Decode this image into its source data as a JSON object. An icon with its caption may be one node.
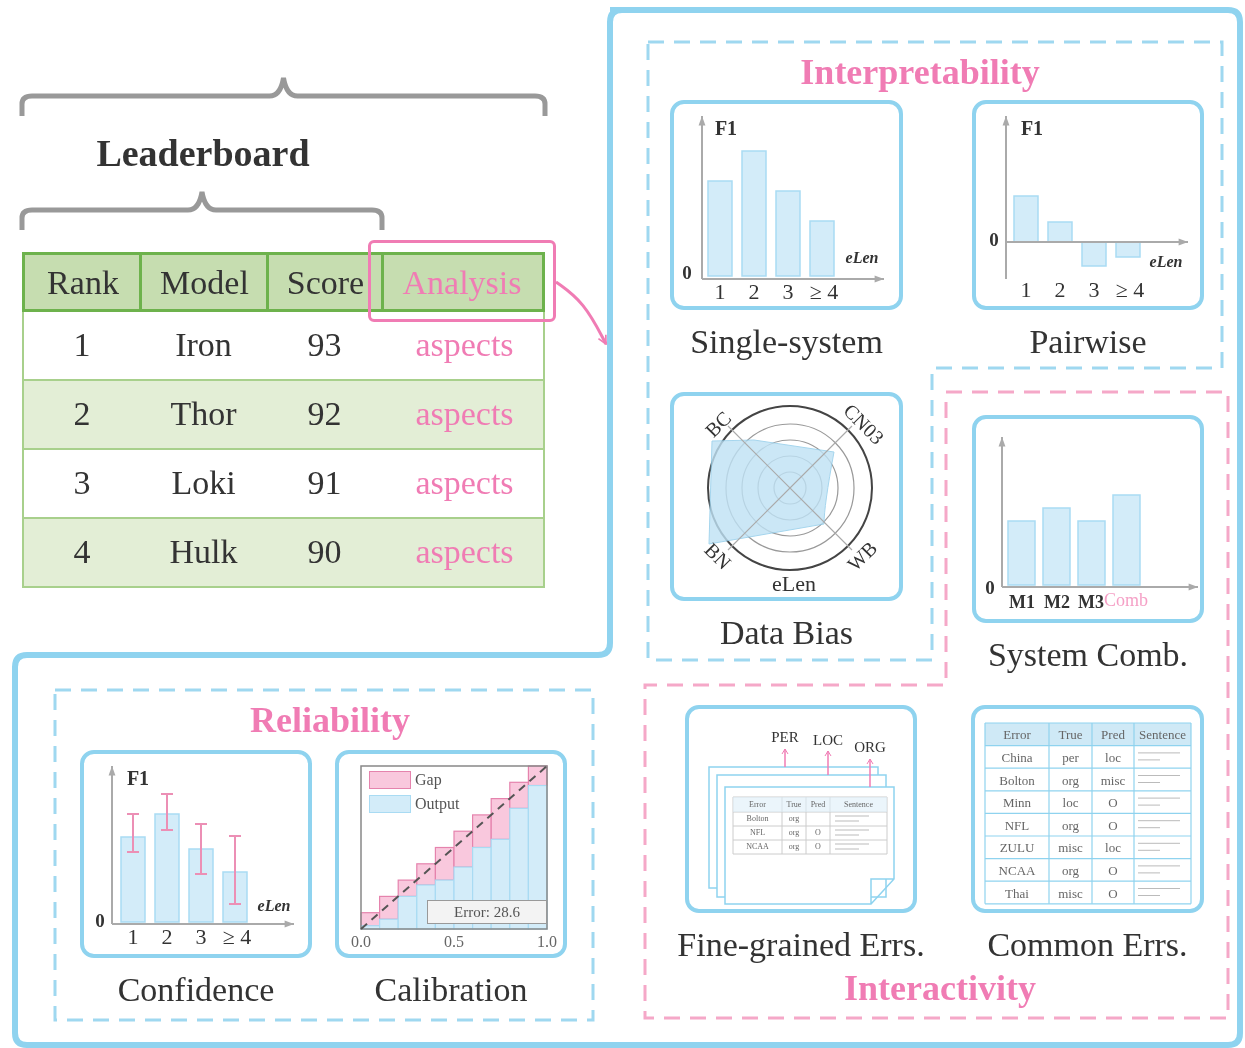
{
  "diagram": {
    "nodes": [
      {
        "text": [],
        "shape": "box"
      },
      {
        "text": [
          "Interpretability"
        ],
        "in": 0
      },
      {
        "text": [
          "Single-system"
        ],
        "in": 1
      },
      {
        "text": [
          "Pairwise"
        ],
        "in": 1
      },
      {
        "text": [
          "Data Bias"
        ],
        "in": 1
      },
      {
        "text": [
          "Interactivity"
        ],
        "in": 0
      },
      {
        "text": [
          "System Comb."
        ],
        "in": 5
      },
      {
        "text": [
          "Fine-grained Errs."
        ],
        "in": 5
      },
      {
        "text": [
          "Common Errs."
        ],
        "in": 5
      },
      {
        "text": [
          "Reliability"
        ],
        "in": 0
      },
      {
        "text": [
          "Confidence"
        ],
        "in": 9
      },
      {
        "text": [
          "Calibration"
        ],
        "in": 9
      },
      {
        "text": [
          "Analysis"
        ]
      }
    ],
    "edges": [
      {
        "from": 12,
        "to": 0,
        "arrow": "to",
        "color": "#f07cb4"
      }
    ],
    "labels": [
      "Leaderboard",
      "Rank",
      "Model",
      "Score",
      "1",
      "Iron",
      "93",
      "aspects",
      "2",
      "Thor",
      "92",
      "aspects",
      "3",
      "Loki",
      "91",
      "aspects",
      "4",
      "Hulk",
      "90",
      "aspects",
      "F1",
      "0",
      "eLen",
      "1",
      "2",
      "3",
      "≥ 4",
      "F1",
      "0",
      "eLen",
      "1",
      "2",
      "3",
      "≥ 4",
      "BC",
      "CN03",
      "BN",
      "WB",
      "eLen",
      "0",
      "M1",
      "M2",
      "M3",
      "Comb",
      "PER",
      "LOC",
      "ORG",
      "Error",
      "True",
      "Pred",
      "Sentence",
      "Bolton",
      "org",
      "NFL",
      "org",
      "O",
      "NCAA",
      "org",
      "O",
      "Error",
      "True",
      "Pred",
      "Sentence",
      "China",
      "per",
      "loc",
      "Bolton",
      "org",
      "misc",
      "Minn",
      "loc",
      "O",
      "NFL",
      "org",
      "O",
      "ZULU",
      "misc",
      "loc",
      "NCAA",
      "org",
      "O",
      "Thai",
      "misc",
      "O",
      "F1",
      "0",
      "eLen",
      "1",
      "2",
      "3",
      "≥ 4",
      "Error: 28.6",
      "0.0",
      "0.5",
      "1.0"
    ],
    "legend": [
      {
        "text": "Gap",
        "color": "#f9c8dd"
      },
      {
        "text": "Output",
        "color": "#d3ecf9"
      }
    ]
  }
}
